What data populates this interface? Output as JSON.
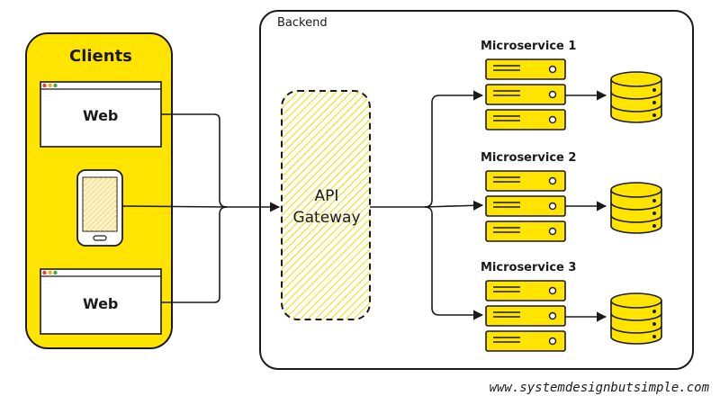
{
  "clients": {
    "title": "Clients",
    "items": [
      {
        "type": "web",
        "label": "Web"
      },
      {
        "type": "mobile",
        "label": ""
      },
      {
        "type": "web",
        "label": "Web"
      }
    ]
  },
  "backend": {
    "title": "Backend"
  },
  "gateway": {
    "line1": "API",
    "line2": "Gateway"
  },
  "microservices": [
    {
      "label": "Microservice 1"
    },
    {
      "label": "Microservice 2"
    },
    {
      "label": "Microservice 3"
    }
  ],
  "footer": {
    "url": "www.systemdesignbutsimple.com"
  },
  "colors": {
    "accent": "#FFE400",
    "stroke": "#1a1a1a",
    "dot_red": "#e0413a",
    "dot_yellow": "#f2b200",
    "dot_green": "#3fae3f"
  },
  "icons": [
    "browser-window-icon",
    "mobile-phone-icon",
    "server-icon",
    "database-icon",
    "arrow-icon"
  ]
}
